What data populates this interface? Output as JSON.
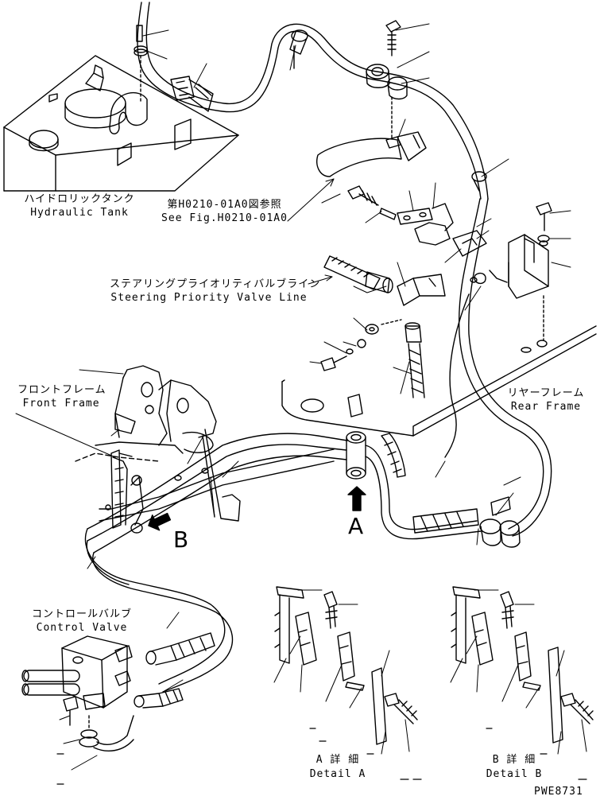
{
  "labels": {
    "hydraulic_tank_jp": "ハイドロリックタンク",
    "hydraulic_tank_en": "Hydraulic Tank",
    "see_fig_jp": "第H0210-01A0図参照",
    "see_fig_en": "See Fig.H0210-01A0",
    "steering_jp": "ステアリングプライオリティバルブライン",
    "steering_en": "Steering Priority Valve Line",
    "front_frame_jp": "フロントフレーム",
    "front_frame_en": "Front Frame",
    "rear_frame_jp": "リヤーフレーム",
    "rear_frame_en": "Rear Frame",
    "control_valve_jp": "コントロールバルブ",
    "control_valve_en": "Control Valve",
    "detail_a_jp": "A 詳 細",
    "detail_a_en": "Detail A",
    "detail_b_jp": "B 詳 細",
    "detail_b_en": "Detail B",
    "view_a": "A",
    "view_b": "B",
    "drawing_id": "PWE8731"
  }
}
